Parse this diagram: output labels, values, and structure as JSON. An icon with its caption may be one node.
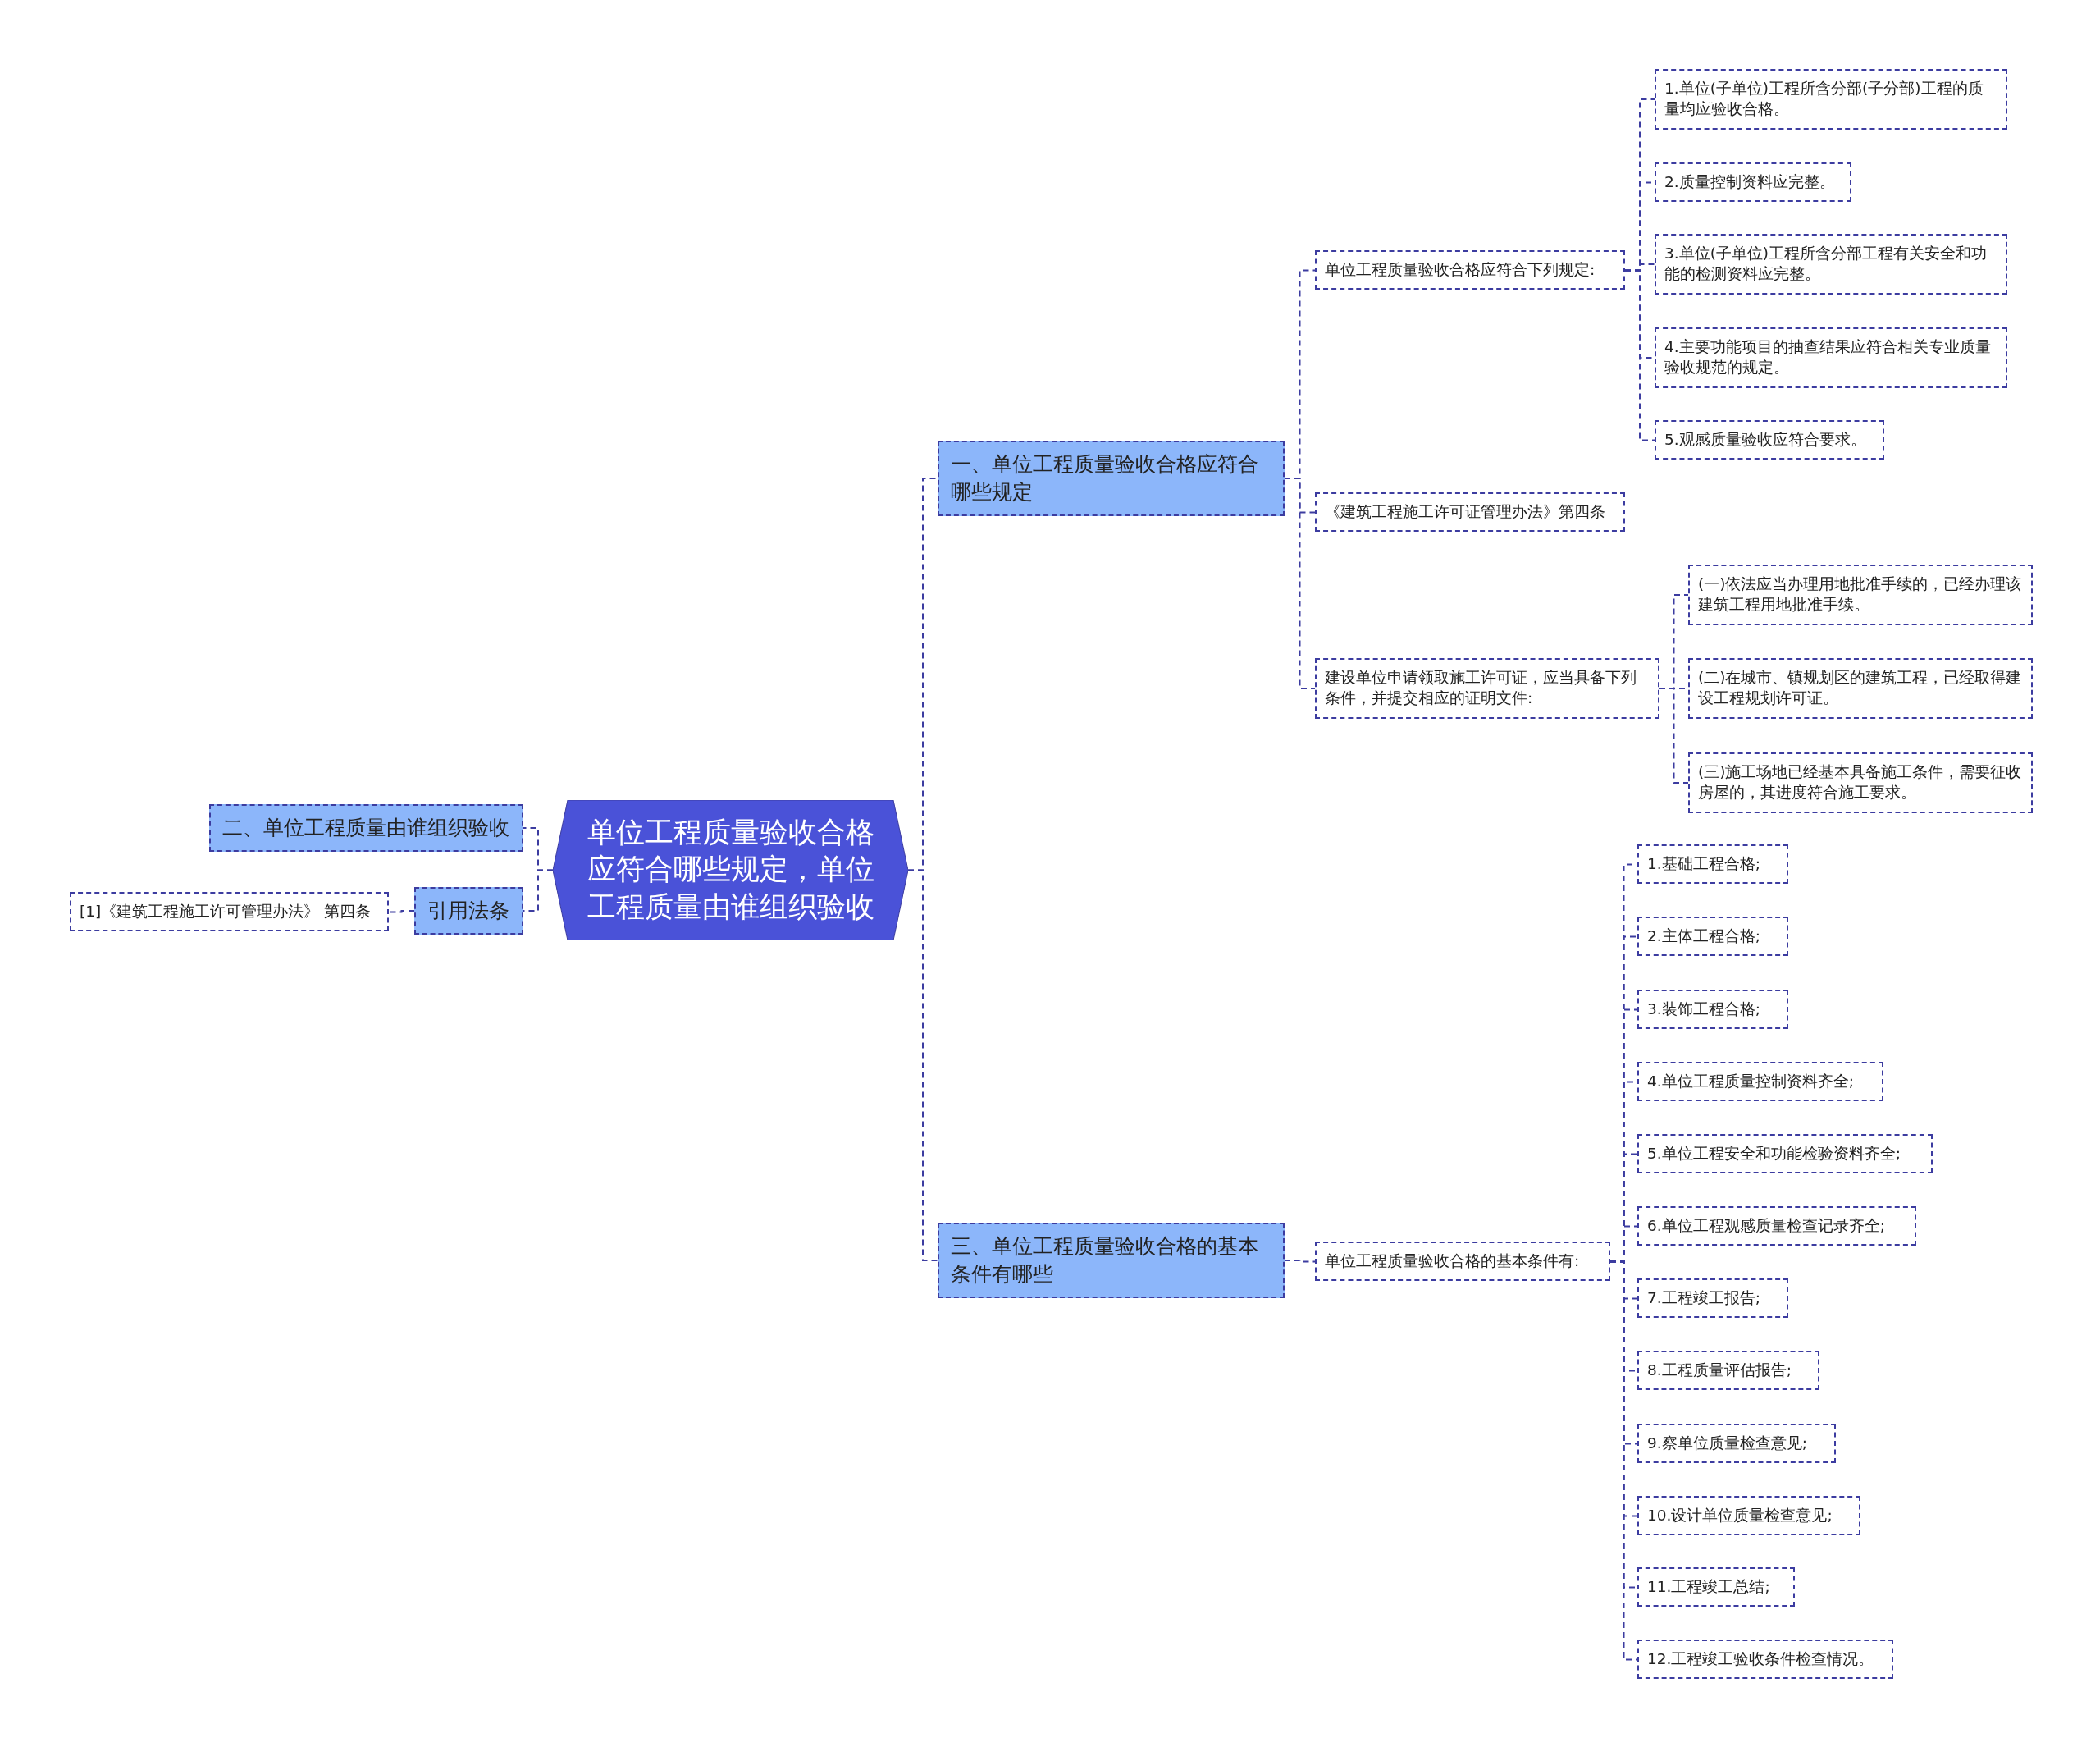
{
  "diagram": {
    "nodes": [
      {
        "text": [
          "单位工程质量验收合格应符合哪些规定，单位工程质量由谁组织验收"
        ]
      },
      {
        "text": [
          "一、单位工程质量验收合格应符合哪些规定"
        ]
      },
      {
        "text": [
          "单位工程质量验收合格应符合下列规定:"
        ]
      },
      {
        "text": [
          "1.单位(子单位)工程所含分部(子分部)工程的质量均应验收合格。"
        ]
      },
      {
        "text": [
          "2.质量控制资料应完整。"
        ]
      },
      {
        "text": [
          "3.单位(子单位)工程所含分部工程有关安全和功能的检测资料应完整。"
        ]
      },
      {
        "text": [
          "4.主要功能项目的抽查结果应符合相关专业质量验收规范的规定。"
        ]
      },
      {
        "text": [
          "5.观感质量验收应符合要求。"
        ]
      },
      {
        "text": [
          "《建筑工程施工许可证管理办法》第四条"
        ]
      },
      {
        "text": [
          "建设单位申请领取施工许可证，应当具备下列条件，并提交相应的证明文件:"
        ]
      },
      {
        "text": [
          "(一)依法应当办理用地批准手续的，已经办理该建筑工程用地批准手续。"
        ]
      },
      {
        "text": [
          "(二)在城市、镇规划区的建筑工程，已经取得建设工程规划许可证。"
        ]
      },
      {
        "text": [
          "(三)施工场地已经基本具备施工条件，需要征收房屋的，其进度符合施工要求。"
        ]
      },
      {
        "text": [
          "三、单位工程质量验收合格的基本条件有哪些"
        ]
      },
      {
        "text": [
          "单位工程质量验收合格的基本条件有:"
        ]
      },
      {
        "text": [
          "1.基础工程合格;"
        ]
      },
      {
        "text": [
          "2.主体工程合格;"
        ]
      },
      {
        "text": [
          "3.装饰工程合格;"
        ]
      },
      {
        "text": [
          "4.单位工程质量控制资料齐全;"
        ]
      },
      {
        "text": [
          "5.单位工程安全和功能检验资料齐全;"
        ]
      },
      {
        "text": [
          "6.单位工程观感质量检查记录齐全;"
        ]
      },
      {
        "text": [
          "7.工程竣工报告;"
        ]
      },
      {
        "text": [
          "8.工程质量评估报告;"
        ]
      },
      {
        "text": [
          "9.察单位质量检查意见;"
        ]
      },
      {
        "text": [
          "10.设计单位质量检查意见;"
        ]
      },
      {
        "text": [
          "11.工程竣工总结;"
        ]
      },
      {
        "text": [
          "12.工程竣工验收条件检查情况。"
        ]
      },
      {
        "text": [
          "二、单位工程质量由谁组织验收"
        ]
      },
      {
        "text": [
          "引用法条"
        ]
      },
      {
        "text": [
          "[1]《建筑工程施工许可管理办法》 第四条"
        ]
      }
    ],
    "edges": [
      {
        "from": 0,
        "to": 1,
        "arrow": "none"
      },
      {
        "from": 0,
        "to": 13,
        "arrow": "none"
      },
      {
        "from": 0,
        "to": 27,
        "arrow": "none"
      },
      {
        "from": 0,
        "to": 28,
        "arrow": "none"
      },
      {
        "from": 1,
        "to": 2,
        "arrow": "none"
      },
      {
        "from": 1,
        "to": 8,
        "arrow": "none"
      },
      {
        "from": 1,
        "to": 9,
        "arrow": "none"
      },
      {
        "from": 2,
        "to": 3,
        "arrow": "none"
      },
      {
        "from": 2,
        "to": 4,
        "arrow": "none"
      },
      {
        "from": 2,
        "to": 5,
        "arrow": "none"
      },
      {
        "from": 2,
        "to": 6,
        "arrow": "none"
      },
      {
        "from": 2,
        "to": 7,
        "arrow": "none"
      },
      {
        "from": 9,
        "to": 10,
        "arrow": "none"
      },
      {
        "from": 9,
        "to": 11,
        "arrow": "none"
      },
      {
        "from": 9,
        "to": 12,
        "arrow": "none"
      },
      {
        "from": 13,
        "to": 14,
        "arrow": "none"
      },
      {
        "from": 14,
        "to": 15,
        "arrow": "none"
      },
      {
        "from": 14,
        "to": 16,
        "arrow": "none"
      },
      {
        "from": 14,
        "to": 17,
        "arrow": "none"
      },
      {
        "from": 14,
        "to": 18,
        "arrow": "none"
      },
      {
        "from": 14,
        "to": 19,
        "arrow": "none"
      },
      {
        "from": 14,
        "to": 20,
        "arrow": "none"
      },
      {
        "from": 14,
        "to": 21,
        "arrow": "none"
      },
      {
        "from": 14,
        "to": 22,
        "arrow": "none"
      },
      {
        "from": 14,
        "to": 23,
        "arrow": "none"
      },
      {
        "from": 14,
        "to": 24,
        "arrow": "none"
      },
      {
        "from": 14,
        "to": 25,
        "arrow": "none"
      },
      {
        "from": 14,
        "to": 26,
        "arrow": "none"
      },
      {
        "from": 28,
        "to": 29,
        "arrow": "none"
      }
    ]
  }
}
